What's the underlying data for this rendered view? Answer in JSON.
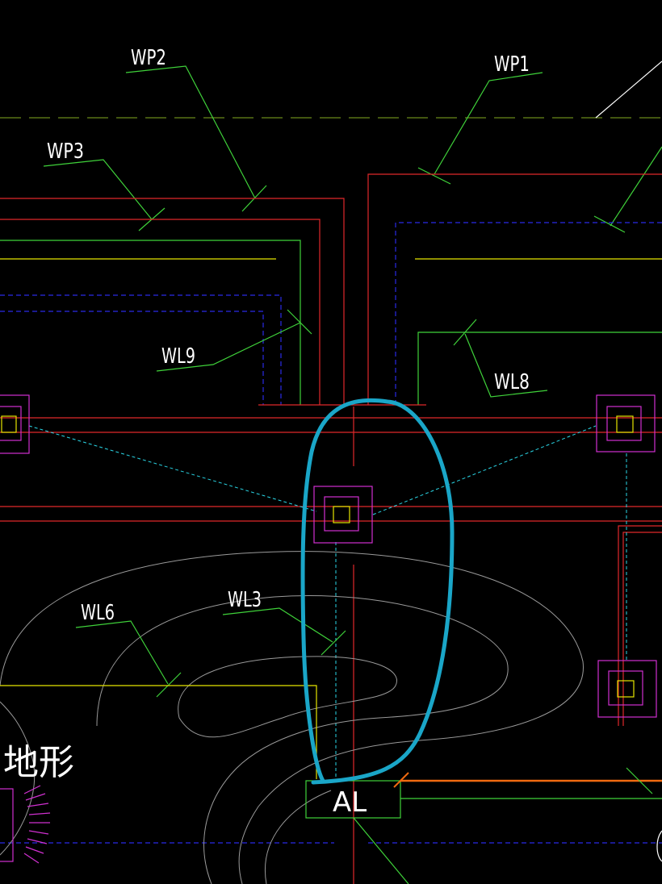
{
  "labels": {
    "wp2": "WP2",
    "wp1": "WP1",
    "wp3": "WP3",
    "wl9": "WL9",
    "wl8": "WL8",
    "wl6": "WL6",
    "wl3": "WL3",
    "terrain": "地形",
    "panel": "AL"
  },
  "colors": {
    "background": "#000000",
    "red": "#e0282b",
    "green": "#3fd23a",
    "blue": "#2a2ae6",
    "magenta": "#d030d0",
    "yellow": "#e6e600",
    "cyan": "#2ad6e6",
    "contour": "#9a9a9a",
    "highlight": "#1aa6c8",
    "orange": "#f06a10",
    "white": "#ffffff"
  }
}
